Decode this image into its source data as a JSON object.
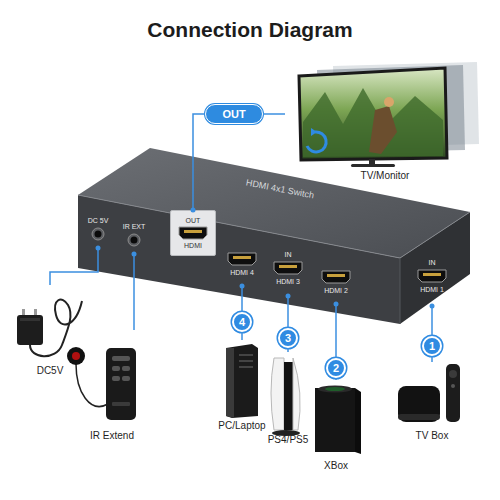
{
  "diagram": {
    "title": "Connection Diagram",
    "nodes": [
      {
        "text": [
          "OUT"
        ]
      },
      {
        "text": [
          "TV/Monitor"
        ]
      },
      {
        "text": [
          "HDMI 4x1 Switch"
        ]
      },
      {
        "text": [
          "DC 5V"
        ],
        "in": 2
      },
      {
        "text": [
          "IR EXT"
        ],
        "in": 2
      },
      {
        "text": [
          "OUT",
          "HDMI"
        ],
        "in": 2
      },
      {
        "text": [
          "HDMI 4"
        ],
        "in": 2
      },
      {
        "text": [
          "IN",
          "HDMI 3"
        ],
        "in": 2
      },
      {
        "text": [
          "HDMI 2"
        ],
        "in": 2
      },
      {
        "text": [
          "IN",
          "HDMI 1"
        ],
        "in": 2
      },
      {
        "text": [
          "DC5V"
        ]
      },
      {
        "text": [
          "IR Extend"
        ]
      },
      {
        "text": [
          "4"
        ]
      },
      {
        "text": [
          "PC/Laptop"
        ]
      },
      {
        "text": [
          "3"
        ]
      },
      {
        "text": [
          "PS4/PS5"
        ]
      },
      {
        "text": [
          "2"
        ]
      },
      {
        "text": [
          "XBox"
        ]
      },
      {
        "text": [
          "1"
        ]
      },
      {
        "text": [
          "TV Box"
        ]
      }
    ],
    "edges": [
      {
        "from": 5,
        "to": 0,
        "arrow": "none"
      },
      {
        "from": 0,
        "to": 1,
        "arrow": "none"
      },
      {
        "from": 3,
        "to": 10,
        "arrow": "none"
      },
      {
        "from": 4,
        "to": 11,
        "arrow": "none"
      },
      {
        "from": 6,
        "to": 12,
        "arrow": "none"
      },
      {
        "from": 12,
        "to": 13,
        "arrow": "none"
      },
      {
        "from": 7,
        "to": 14,
        "arrow": "none"
      },
      {
        "from": 14,
        "to": 15,
        "arrow": "none"
      },
      {
        "from": 8,
        "to": 16,
        "arrow": "none"
      },
      {
        "from": 16,
        "to": 17,
        "arrow": "none"
      },
      {
        "from": 9,
        "to": 18,
        "arrow": "none"
      },
      {
        "from": 18,
        "to": 19,
        "arrow": "none"
      }
    ]
  }
}
